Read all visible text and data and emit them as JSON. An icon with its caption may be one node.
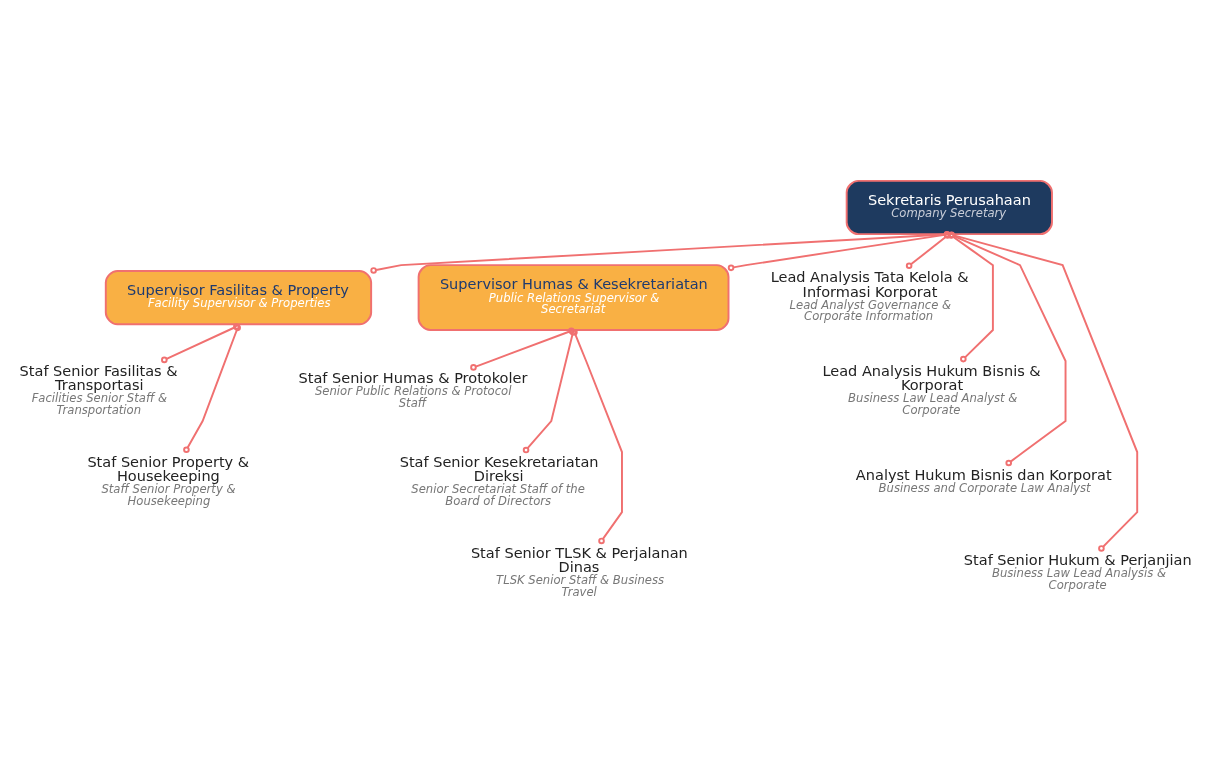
{
  "diagram": {
    "nodes": [
      {
        "text": [
          "Sekretaris Perusahaan",
          "Company Secretary"
        ]
      },
      {
        "text": [
          "Supervisor Fasilitas & Property",
          "Facility Supervisor & Properties"
        ]
      },
      {
        "text": [
          "Supervisor Humas & Kesekretariatan",
          "Public Relations Supervisor & Secretariat"
        ]
      },
      {
        "text": [
          "Staf Senior Fasilitas & Transportasi",
          "Facilities Senior Staff & Transportation"
        ]
      },
      {
        "text": [
          "Staf Senior Property & Housekeeping",
          "Staff Senior Property & Housekeeping"
        ]
      },
      {
        "text": [
          "Staf Senior Humas & Protokoler",
          "Senior Public Relations & Protocol Staff"
        ]
      },
      {
        "text": [
          "Staf Senior Kesekretariatan Direksi",
          "Senior Secretariat Staff of the Board of Directors"
        ]
      },
      {
        "text": [
          "Staf Senior TLSK & Perjalanan Dinas",
          "TLSK Senior Staff & Business Travel"
        ]
      },
      {
        "text": [
          "Lead Analysis Tata Kelola & Informasi Korporat",
          "Lead Analyst Governance & Corporate Information"
        ]
      },
      {
        "text": [
          "Lead Analysis Hukum Bisnis & Korporat",
          "Business Law Lead Analyst & Corporate"
        ]
      },
      {
        "text": [
          "Analyst Hukum Bisnis dan Korporat",
          "Business and Corporate Law Analyst"
        ]
      },
      {
        "text": [
          "Staf Senior Hukum & Perjanjian",
          "Business Law Lead Analysis & Corporate"
        ]
      }
    ],
    "edges": [
      {
        "from": 0,
        "to": 1,
        "arrow": "other"
      },
      {
        "from": 0,
        "to": 2,
        "arrow": "other"
      },
      {
        "from": 0,
        "to": 8,
        "arrow": "other"
      },
      {
        "from": 0,
        "to": 9,
        "arrow": "other"
      },
      {
        "from": 0,
        "to": 10,
        "arrow": "other"
      },
      {
        "from": 0,
        "to": 11,
        "arrow": "other"
      },
      {
        "from": 1,
        "to": 3,
        "arrow": "other"
      },
      {
        "from": 1,
        "to": 4,
        "arrow": "other"
      },
      {
        "from": 2,
        "to": 5,
        "arrow": "other"
      },
      {
        "from": 2,
        "to": 6,
        "arrow": "other"
      },
      {
        "from": 2,
        "to": 7,
        "arrow": "other"
      }
    ]
  }
}
